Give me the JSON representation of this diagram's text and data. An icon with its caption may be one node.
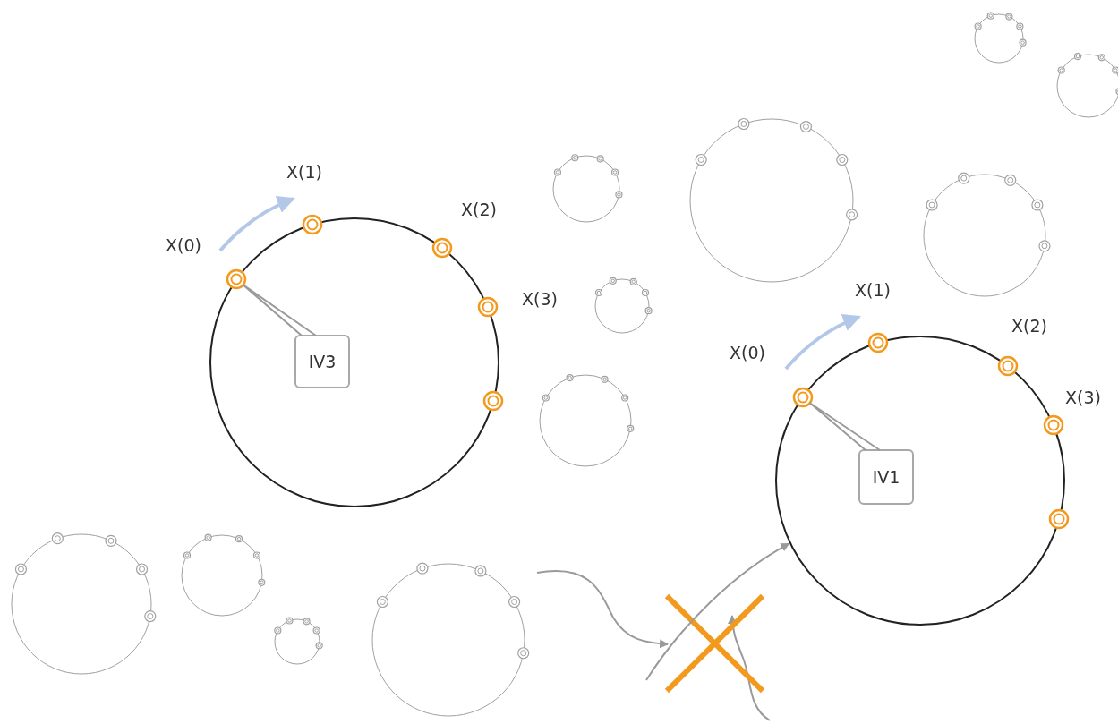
{
  "diagram": {
    "nodes": [
      {
        "text": [],
        "shape": "circle"
      },
      {
        "text": [
          "IV3"
        ],
        "in": 0
      },
      {
        "text": [],
        "shape": "circle",
        "in": 0
      },
      {
        "text": [],
        "shape": "circle",
        "in": 0
      },
      {
        "text": [],
        "shape": "circle",
        "in": 0
      },
      {
        "text": [],
        "shape": "circle",
        "in": 0
      },
      {
        "text": [],
        "shape": "circle",
        "in": 0
      },
      {
        "text": [],
        "shape": "circle"
      },
      {
        "text": [
          "IV1"
        ],
        "in": 7
      },
      {
        "text": [],
        "shape": "circle",
        "in": 7
      },
      {
        "text": [],
        "shape": "circle",
        "in": 7
      },
      {
        "text": [],
        "shape": "circle",
        "in": 7
      },
      {
        "text": [],
        "shape": "circle",
        "in": 7
      },
      {
        "text": [],
        "shape": "circle",
        "in": 7
      }
    ],
    "edges": [
      {
        "from": 1,
        "to": 2,
        "arrow": "none"
      },
      {
        "from": 8,
        "to": 9,
        "arrow": "none"
      },
      {
        "from": null,
        "to": 7,
        "arrow": "to"
      }
    ],
    "labels": [
      "X(1)",
      "X(0)",
      "X(2)",
      "X(3)",
      "X(1)",
      "X(0)",
      "X(2)",
      "X(3)"
    ]
  }
}
